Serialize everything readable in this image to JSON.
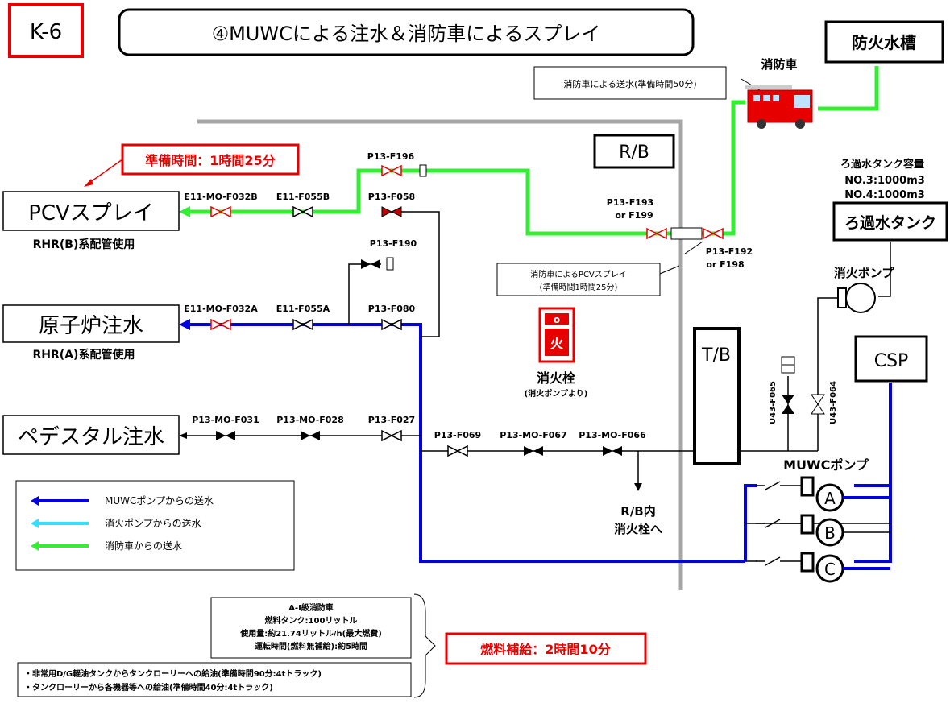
{
  "header": {
    "id_label": "K-6",
    "title": "④MUWCによる注水＆消防車によるスプレイ"
  },
  "boxes": {
    "fire_water_tank": "防火水槽",
    "fire_truck_label": "消防車",
    "fire_truck_note": "消防車による送水(準備時間50分)",
    "rb": "R/B",
    "tb": "T/B",
    "csp": "CSP",
    "filter_tank_capacity_title": "ろ過水タンク容量",
    "filter_tank_no3": "NO.3:1000m3",
    "filter_tank_no4": "NO.4:1000m3",
    "filter_tank": "ろ過水タンク",
    "fire_pump": "消火ポンプ",
    "muwc_pump": "MUWCポンプ",
    "pump_a": "A",
    "pump_b": "B",
    "pump_c": "C"
  },
  "targets": {
    "pcv_spray": "PCVスプレイ",
    "pcv_spray_sub": "RHR(B)系配管使用",
    "reactor_injection": "原子炉注水",
    "reactor_injection_sub": "RHR(A)系配管使用",
    "pedestal_injection": "ペデスタル注水",
    "prep_time": "準備時間：1時間25分"
  },
  "valves": {
    "e11_mo_f032b": "E11-MO-F032B",
    "e11_f055b": "E11-F055B",
    "p13_f058": "P13-F058",
    "p13_f196": "P13-F196",
    "p13_f193_line1": "P13-F193",
    "p13_f193_line2": "or F199",
    "p13_f192_line1": "P13-F192",
    "p13_f192_line2": "or F198",
    "p13_f190": "P13-F190",
    "e11_mo_f032a": "E11-MO-F032A",
    "e11_f055a": "E11-F055A",
    "p13_f080": "P13-F080",
    "p13_mo_f031": "P13-MO-F031",
    "p13_mo_f028": "P13-MO-F028",
    "p13_f027": "P13-F027",
    "p13_f069": "P13-F069",
    "p13_mo_f067": "P13-MO-F067",
    "p13_mo_f066": "P13-MO-F066",
    "u43_f065": "U43-F065",
    "u43_f064": "U43-F064"
  },
  "notes": {
    "pcv_spray_by_truck_line1": "消防車によるPCVスプレイ",
    "pcv_spray_by_truck_line2": "(準備時間1時間25分)",
    "hydrant_icon_top": "o",
    "hydrant_icon_char": "火",
    "hydrant": "消火栓",
    "hydrant_sub": "(消火ポンプより)",
    "rb_hydrant_line1": "R/B内",
    "rb_hydrant_line2": "消火栓へ"
  },
  "legend": {
    "items": [
      {
        "label": "MUWCポンプからの送水",
        "color": "#0000e0"
      },
      {
        "label": "消火ポンプからの送水",
        "color": "#33e0ff"
      },
      {
        "label": "消防車からの送水",
        "color": "#33ee33"
      }
    ]
  },
  "info": {
    "truck_title": "A-Ⅰ級消防車",
    "fuel_tank": "燃料タンク:100リットル",
    "usage": "使用量:約21.74リットル/h(最大燃費)",
    "runtime": "運転時間(燃料無補給):約5時間",
    "refuel_line1": "・非常用D/G軽油タンクからタンクローリーへの給油(準備時間90分:4tトラック)",
    "refuel_line2": "・タンクローリーから各機器等への給油(準備時間40分:4tトラック)",
    "refuel_time": "燃料補給：2時間10分"
  },
  "colors": {
    "muwc_blue": "#0000e0",
    "fire_pump_cyan": "#33e0ff",
    "truck_green": "#33ee33",
    "accent_red": "#e60000",
    "building_gray": "#a6a6a6"
  }
}
